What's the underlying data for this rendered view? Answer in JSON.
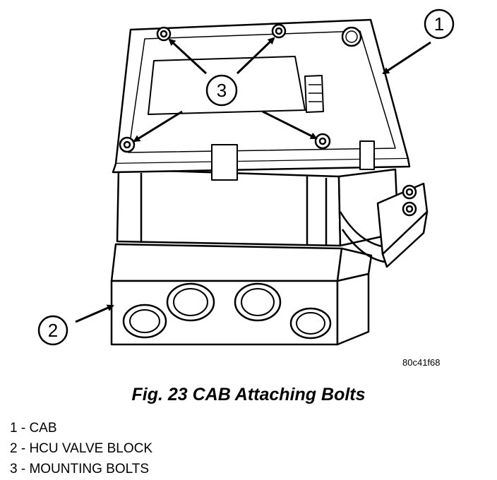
{
  "figure": {
    "callouts": [
      {
        "id": "1",
        "label": "1"
      },
      {
        "id": "2",
        "label": "2"
      },
      {
        "id": "3",
        "label": "3"
      }
    ],
    "part_code": "80c41f68"
  },
  "caption": "Fig. 23 CAB Attaching Bolts",
  "legend": [
    {
      "text": "1 - CAB"
    },
    {
      "text": "2 - HCU VALVE BLOCK"
    },
    {
      "text": "3 - MOUNTING BOLTS"
    }
  ],
  "colors": {
    "ink": "#000000",
    "paper": "#ffffff"
  }
}
